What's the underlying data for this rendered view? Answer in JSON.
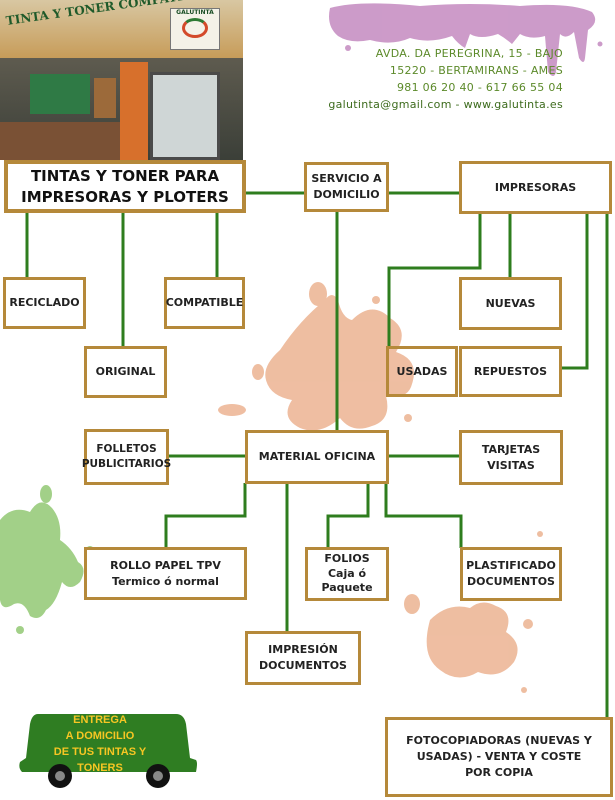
{
  "header": {
    "photo_sign": "TINTA Y TONER COMPATIBLES",
    "logo_text": "GALUTINTA"
  },
  "contact": {
    "address_line1": "AVDA. DA PEREGRINA, 15 - BAJO",
    "address_line2": "15220 - BERTAMIRANS - AMES",
    "phones": "981 06 20 40 - 617 66 55 04",
    "email_web": "galutinta@gmail.com - www.galutinta.es"
  },
  "diagram": {
    "main_title": "TINTAS Y TONER PARA IMPRESORAS Y PLOTERS",
    "servicio": "SERVICIO A DOMICILIO",
    "impresoras": "IMPRESORAS",
    "reciclado": "RECICLADO",
    "compatible": "COMPATIBLE",
    "nuevas": "NUEVAS",
    "original": "ORIGINAL",
    "usadas": "USADAS",
    "repuestos": "REPUESTOS",
    "folletos": "FOLLETOS PUBLICITARIOS",
    "material": "MATERIAL OFICINA",
    "tarjetas": "TARJETAS VISITAS",
    "rollo_line1": "ROLLO PAPEL TPV",
    "rollo_line2": "Termico ó normal",
    "folios_line1": "FOLIOS",
    "folios_line2": "Caja ó",
    "folios_line3": "Paquete",
    "plastificado": "PLASTIFICADO DOCUMENTOS",
    "impresion": "IMPRESIÓN DOCUMENTOS",
    "fotocopiadoras": "FOTOCOPIADORAS (NUEVAS Y USADAS) - VENTA Y COSTE POR COPIA"
  },
  "delivery": {
    "line1": "ENTREGA",
    "line2": "A DOMICILIO",
    "line3": "DE TUS TINTAS Y TONERS"
  },
  "colors": {
    "line": "#2e7d1e",
    "box_border": "#b5893a",
    "contact_text": "#5c8a2a",
    "car_body": "#2f7d22",
    "car_text": "#f7c623",
    "splat_orange": "#e8a37a",
    "splat_green": "#8cc56b",
    "splat_purple": "#c48ac0"
  }
}
